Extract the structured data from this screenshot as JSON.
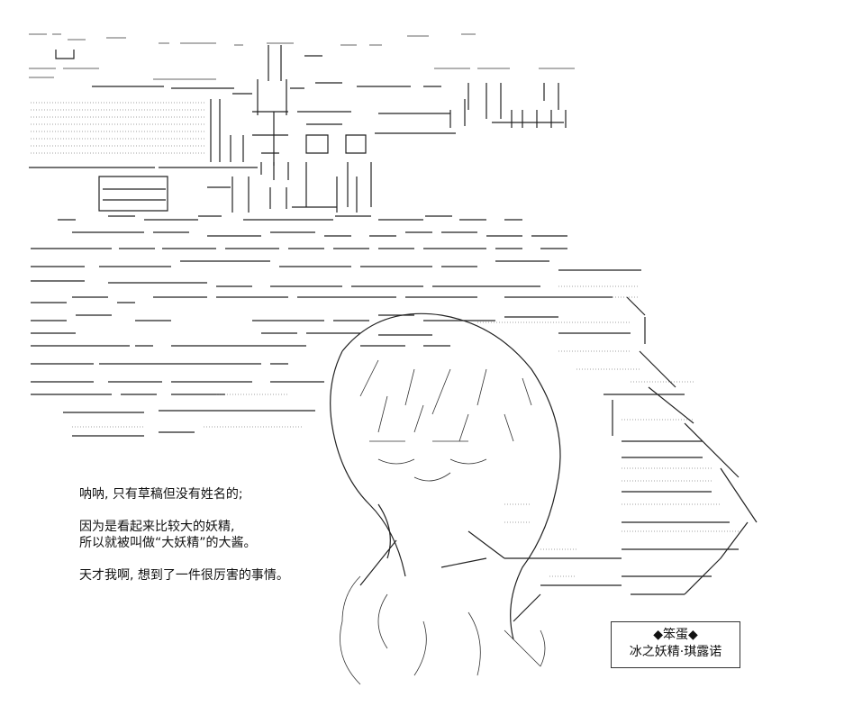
{
  "captions": {
    "line1": "呐呐, 只有草稿但没有姓名的;",
    "line2": "因为是看起来比较大的妖精,",
    "line3": "所以就被叫做“大妖精”的大酱。",
    "line4": "天才我啊, 想到了一件很厉害的事情。"
  },
  "name_box": {
    "title": "◆笨蛋◆",
    "subtitle": "冰之妖精·琪露诺"
  }
}
